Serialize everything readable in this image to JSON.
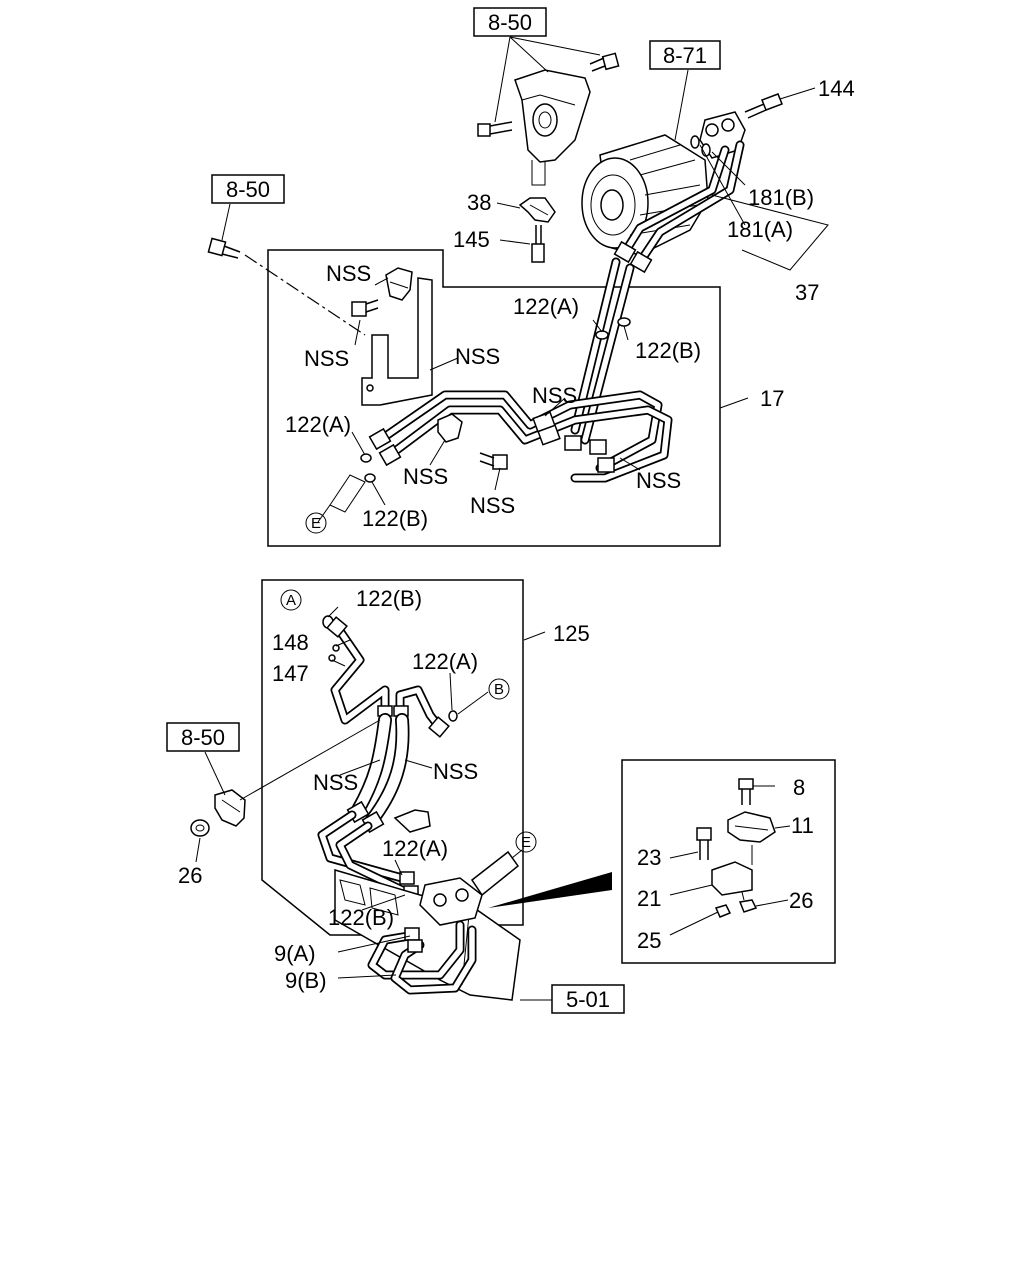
{
  "refs": {
    "r1": "8-50",
    "r2": "8-71",
    "r3": "8-50",
    "r4": "8-50",
    "r5": "5-01"
  },
  "labels": {
    "l144": "144",
    "l181b": "181(B)",
    "l181a": "181(A)",
    "l37": "37",
    "l38": "38",
    "l145": "145",
    "l17": "17",
    "nss1": "NSS",
    "nss2": "NSS",
    "nss3": "NSS",
    "nss4": "NSS",
    "nss5": "NSS",
    "nss6": "NSS",
    "nss7": "NSS",
    "l122a1": "122(A)",
    "l122b1": "122(B)",
    "l122a2": "122(A)",
    "l122b2": "122(B)",
    "l125": "125",
    "l122b3": "122(B)",
    "l148": "148",
    "l147": "147",
    "l122a3": "122(A)",
    "nss8": "NSS",
    "nss9": "NSS",
    "l122a4": "122(A)",
    "l122b4": "122(B)",
    "l9a": "9(A)",
    "l9b": "9(B)",
    "l26a": "26",
    "l8": "8",
    "l11": "11",
    "l23": "23",
    "l21": "21",
    "l26b": "26",
    "l25": "25"
  },
  "circles": {
    "cE1": "E",
    "cA": "A",
    "cB": "B",
    "cE2": "E"
  }
}
